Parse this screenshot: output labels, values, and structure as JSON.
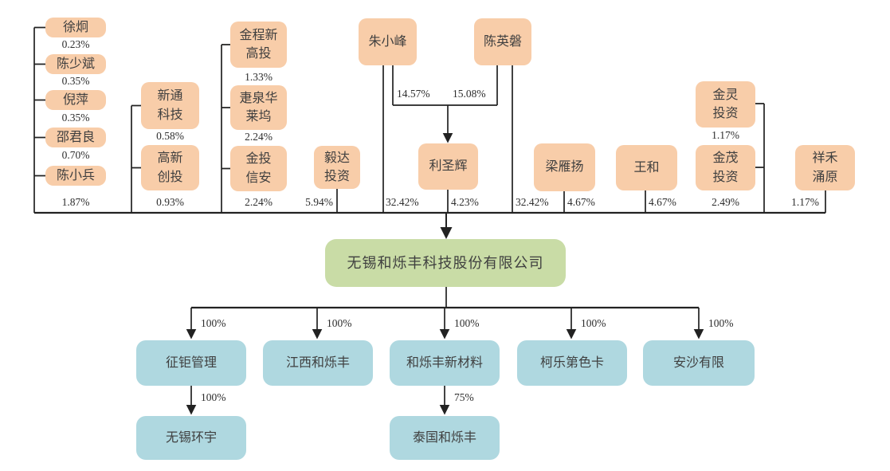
{
  "company": {
    "name": "无锡和烁丰科技股份有限公司"
  },
  "shareholders": [
    {
      "name": "徐炯",
      "pct": "0.23%"
    },
    {
      "name": "陈少斌",
      "pct": "0.35%"
    },
    {
      "name": "倪萍",
      "pct": "0.35%"
    },
    {
      "name": "邵君良",
      "pct": "0.70%"
    },
    {
      "name": "陈小兵",
      "pct": "1.87%"
    },
    {
      "name": "新通\n科技",
      "pct": "0.58%"
    },
    {
      "name": "高新\n创投",
      "pct": "0.93%"
    },
    {
      "name": "金程新\n高投",
      "pct": "1.33%"
    },
    {
      "name": "疌泉华\n莱坞",
      "pct": "2.24%"
    },
    {
      "name": "金投\n信安",
      "pct": "2.24%"
    },
    {
      "name": "毅达\n投资",
      "pct": "5.94%"
    },
    {
      "name": "朱小峰",
      "pct": "32.42%"
    },
    {
      "name": "利圣辉",
      "pct": "4.23%"
    },
    {
      "name": "陈英磐",
      "pct": "32.42%"
    },
    {
      "name": "梁雁扬",
      "pct": "4.67%"
    },
    {
      "name": "王和",
      "pct": "4.67%"
    },
    {
      "name": "金灵\n投资",
      "pct": "1.17%"
    },
    {
      "name": "金茂\n投资",
      "pct": "2.49%"
    },
    {
      "name": "祥禾\n涌原",
      "pct": "1.17%"
    }
  ],
  "cross_holdings": [
    {
      "from": "朱小峰",
      "to": "利圣辉",
      "pct": "14.57%"
    },
    {
      "from": "陈英磐",
      "to": "利圣辉",
      "pct": "15.08%"
    }
  ],
  "subsidiaries": [
    {
      "name": "征钜管理",
      "pct": "100%"
    },
    {
      "name": "江西和烁丰",
      "pct": "100%"
    },
    {
      "name": "和烁丰新材料",
      "pct": "100%"
    },
    {
      "name": "柯乐第色卡",
      "pct": "100%"
    },
    {
      "name": "安沙有限",
      "pct": "100%"
    }
  ],
  "second_level": [
    {
      "parent": "征钜管理",
      "name": "无锡环宇",
      "pct": "100%"
    },
    {
      "parent": "和烁丰新材料",
      "name": "泰国和烁丰",
      "pct": "75%"
    }
  ],
  "colors": {
    "shareholder_box": "#F8CDA9",
    "company_box": "#C9DCA6",
    "subsidiary_box": "#AFD8E0",
    "line": "#222222"
  }
}
